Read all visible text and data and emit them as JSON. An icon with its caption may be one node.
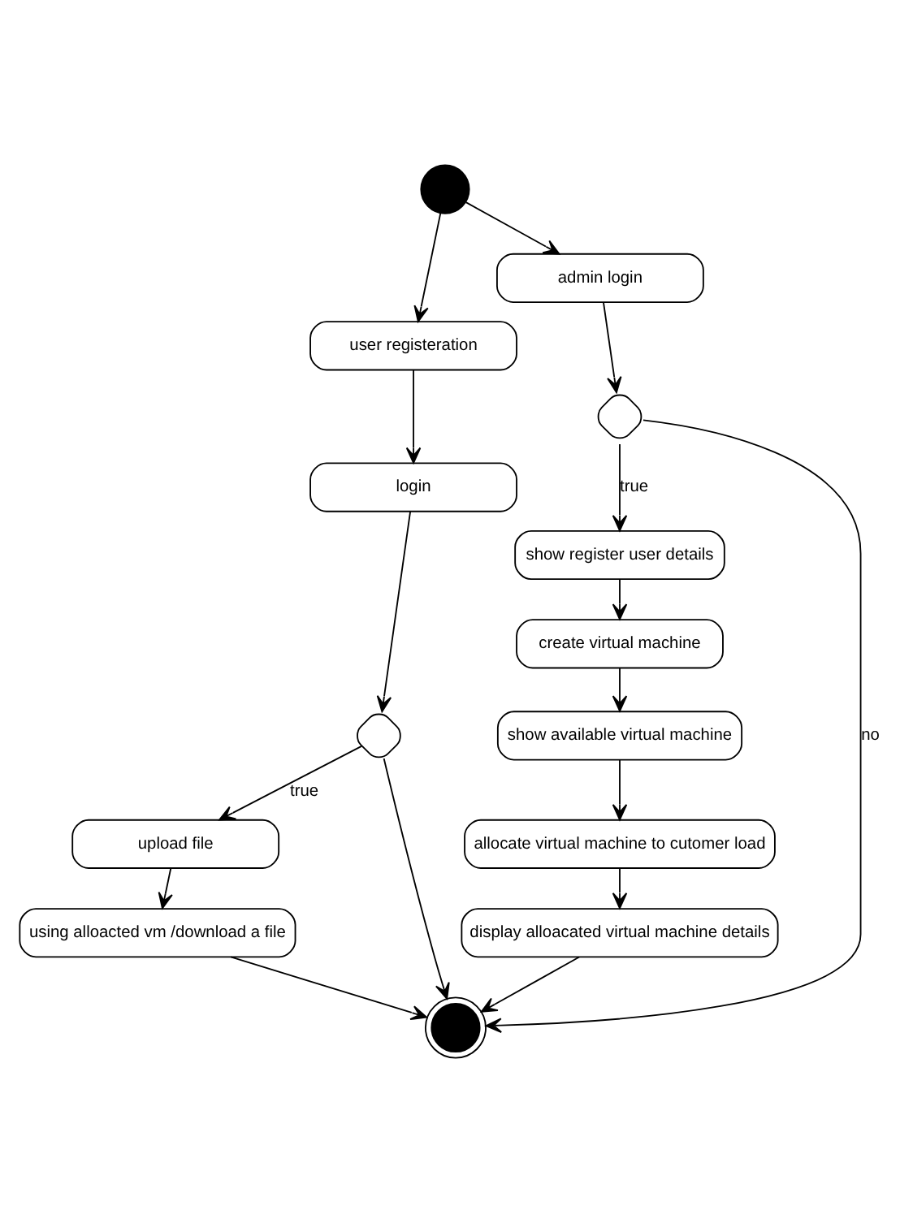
{
  "diagram": {
    "nodes": [
      {
        "text": [],
        "shape": "circle"
      },
      {
        "text": [
          "user registeration"
        ]
      },
      {
        "text": [
          "admin login"
        ]
      },
      {
        "text": [
          "login"
        ]
      },
      {
        "text": [],
        "shape": "diamond"
      },
      {
        "text": [
          "upload file"
        ]
      },
      {
        "text": [
          "using alloacted vm /download a file"
        ]
      },
      {
        "text": [],
        "shape": "diamond"
      },
      {
        "text": [
          "show register user details"
        ]
      },
      {
        "text": [
          "create virtual machine"
        ]
      },
      {
        "text": [
          "show available virtual machine"
        ]
      },
      {
        "text": [
          "allocate virtual machine to cutomer load"
        ]
      },
      {
        "text": [
          "display alloacated virtual machine details"
        ]
      },
      {
        "text": [],
        "shape": "bullseye"
      }
    ],
    "edges": [
      {
        "from": 0,
        "to": 1,
        "arrow": "to"
      },
      {
        "from": 0,
        "to": 2,
        "arrow": "to"
      },
      {
        "from": 1,
        "to": 3,
        "arrow": "to"
      },
      {
        "from": 3,
        "to": 4,
        "arrow": "to"
      },
      {
        "from": 4,
        "to": 5,
        "arrow": "to",
        "label": "true"
      },
      {
        "from": 4,
        "to": 13,
        "arrow": "to"
      },
      {
        "from": 5,
        "to": 6,
        "arrow": "to"
      },
      {
        "from": 6,
        "to": 13,
        "arrow": "to"
      },
      {
        "from": 2,
        "to": 7,
        "arrow": "to"
      },
      {
        "from": 7,
        "to": 13,
        "arrow": "to",
        "label": "no"
      },
      {
        "from": 7,
        "to": 8,
        "arrow": "to",
        "label": "true"
      },
      {
        "from": 8,
        "to": 9,
        "arrow": "to"
      },
      {
        "from": 9,
        "to": 10,
        "arrow": "to"
      },
      {
        "from": 10,
        "to": 11,
        "arrow": "to"
      },
      {
        "from": 11,
        "to": 12,
        "arrow": "to"
      },
      {
        "from": 12,
        "to": 13,
        "arrow": "to"
      }
    ]
  }
}
